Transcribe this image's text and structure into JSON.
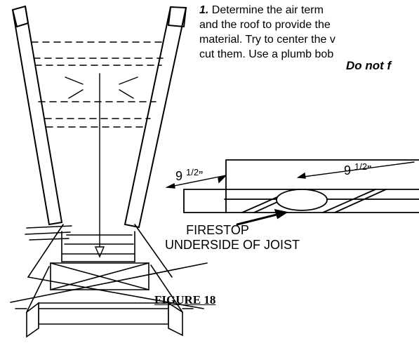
{
  "instructions": {
    "step_number": "1.",
    "line1": " Determine the air term",
    "line2": "and the roof to provide the",
    "line3": "material. Try to center the v",
    "line4": "cut them. Use a plumb bob"
  },
  "warning": "Do not f",
  "callout": {
    "line1": "FIRESTOP",
    "line2": "UNDERSIDE OF JOIST"
  },
  "dimension_left": {
    "whole": "9 ",
    "fraction": "1/2",
    "mark": "”"
  },
  "dimension_top": {
    "whole": "9 ",
    "fraction": "1/2",
    "mark": "”"
  },
  "figure_label": "FIGURE 18"
}
